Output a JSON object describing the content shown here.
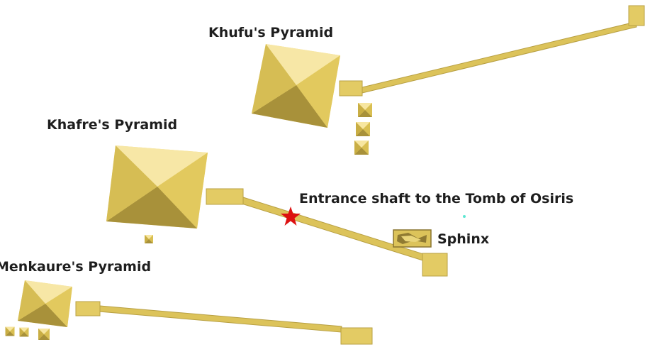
{
  "labels": {
    "khufu": "Khufu's Pyramid",
    "khafre": "Khafre's Pyramid",
    "menkaure": "Menkaure's Pyramid",
    "entrance": "Entrance shaft to the Tomb of Osiris",
    "sphinx": "Sphinx"
  },
  "colors": {
    "background": "#ffffff",
    "pyramid_light": "#f2dc7a",
    "pyramid_mid": "#d9bf52",
    "pyramid_dark": "#a8913a",
    "causeway": "#dcc35a",
    "marker": "#dd1111"
  },
  "markers": {
    "entrance_marker": "red-star-icon"
  }
}
